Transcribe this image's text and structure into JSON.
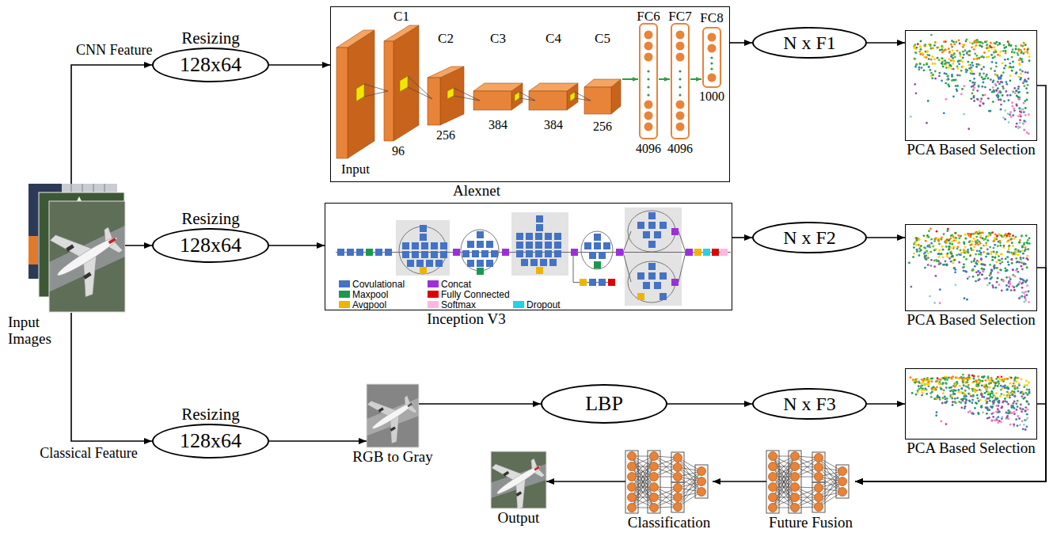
{
  "diagram": {
    "nodes": [
      {
        "text": [
          "Input Images"
        ]
      },
      {
        "text": [
          "Resizing",
          "128x64"
        ]
      },
      {
        "text": [
          "Alexnet"
        ]
      },
      {
        "text": [
          "N x F1"
        ]
      },
      {
        "text": [
          "PCA Based Selection"
        ]
      },
      {
        "text": [
          "Resizing",
          "128x64"
        ]
      },
      {
        "text": [
          "Inception V3"
        ]
      },
      {
        "text": [
          "N x F2"
        ]
      },
      {
        "text": [
          "PCA Based Selection"
        ]
      },
      {
        "text": [
          "Resizing",
          "128x64"
        ]
      },
      {
        "text": [
          "RGB to Gray"
        ]
      },
      {
        "text": [
          "LBP"
        ]
      },
      {
        "text": [
          "N x F3"
        ]
      },
      {
        "text": [
          "PCA Based Selection"
        ]
      },
      {
        "text": [
          "Output"
        ]
      },
      {
        "text": [
          "Classification"
        ]
      },
      {
        "text": [
          "Future Fusion"
        ]
      }
    ],
    "edges": [
      {
        "from": 0,
        "to": 1,
        "arrow": "to",
        "label": "CNN Feature"
      },
      {
        "from": 0,
        "to": 5,
        "arrow": "to"
      },
      {
        "from": 0,
        "to": 9,
        "arrow": "to",
        "label": "Classical Feature"
      },
      {
        "from": 1,
        "to": 2,
        "arrow": "to"
      },
      {
        "from": 2,
        "to": 3,
        "arrow": "to"
      },
      {
        "from": 3,
        "to": 4,
        "arrow": "to"
      },
      {
        "from": 5,
        "to": 6,
        "arrow": "to"
      },
      {
        "from": 6,
        "to": 7,
        "arrow": "to"
      },
      {
        "from": 7,
        "to": 8,
        "arrow": "to"
      },
      {
        "from": 9,
        "to": 10,
        "arrow": "to"
      },
      {
        "from": 10,
        "to": 11,
        "arrow": "to"
      },
      {
        "from": 11,
        "to": 12,
        "arrow": "to"
      },
      {
        "from": 12,
        "to": 13,
        "arrow": "to"
      },
      {
        "from": 4,
        "to": 16,
        "arrow": "to"
      },
      {
        "from": 8,
        "to": 16,
        "arrow": "to"
      },
      {
        "from": 13,
        "to": 16,
        "arrow": "to"
      },
      {
        "from": 16,
        "to": 15,
        "arrow": "to"
      },
      {
        "from": 15,
        "to": 14,
        "arrow": "to"
      }
    ],
    "labels": [
      "C1",
      "C2",
      "C3",
      "C4",
      "C5",
      "FC6",
      "FC7",
      "FC8",
      "Input",
      "96",
      "256",
      "384",
      "384",
      "256",
      "4096",
      "4096",
      "1000"
    ],
    "legend": [
      {
        "text": "Covulational",
        "color": "#4472c4"
      },
      {
        "text": "Concat",
        "color": "#9b30d9"
      },
      {
        "text": "Maxpool",
        "color": "#1a9850"
      },
      {
        "text": "Fully Connected",
        "color": "#e00000"
      },
      {
        "text": "Avgpool",
        "color": "#f0b400"
      },
      {
        "text": "Softmax",
        "color": "#ffb6e6"
      },
      {
        "text": "Dropout",
        "color": "#22d3e6"
      }
    ]
  }
}
